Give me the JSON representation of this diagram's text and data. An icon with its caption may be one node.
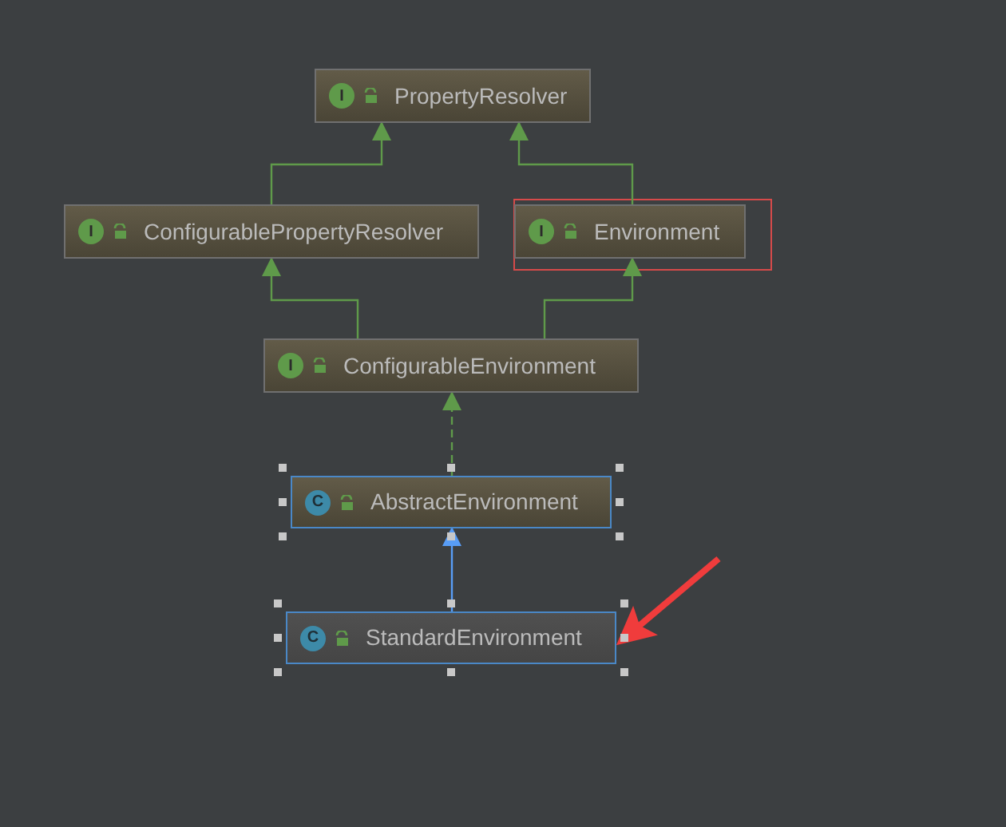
{
  "diagram": {
    "nodes": [
      {
        "text": [
          "I",
          "PropertyResolver"
        ]
      },
      {
        "text": [
          "I",
          "ConfigurablePropertyResolver"
        ]
      },
      {
        "text": [
          "I",
          "Environment"
        ]
      },
      {
        "text": [
          "I",
          "ConfigurableEnvironment"
        ]
      },
      {
        "text": [
          "C",
          "AbstractEnvironment"
        ]
      },
      {
        "text": [
          "C",
          "StandardEnvironment"
        ]
      }
    ],
    "edges": [
      {
        "from": 1,
        "to": 0,
        "arrow": "to"
      },
      {
        "from": 2,
        "to": 0,
        "arrow": "to"
      },
      {
        "from": 3,
        "to": 1,
        "arrow": "to"
      },
      {
        "from": 3,
        "to": 2,
        "arrow": "to"
      },
      {
        "from": 4,
        "to": 3,
        "arrow": "to",
        "style": "dashed"
      },
      {
        "from": 5,
        "to": 4,
        "arrow": "to",
        "color": "#589df6"
      },
      {
        "from": null,
        "to": 5,
        "arrow": "to",
        "style": "thick",
        "color": "#f03c3c"
      }
    ]
  }
}
